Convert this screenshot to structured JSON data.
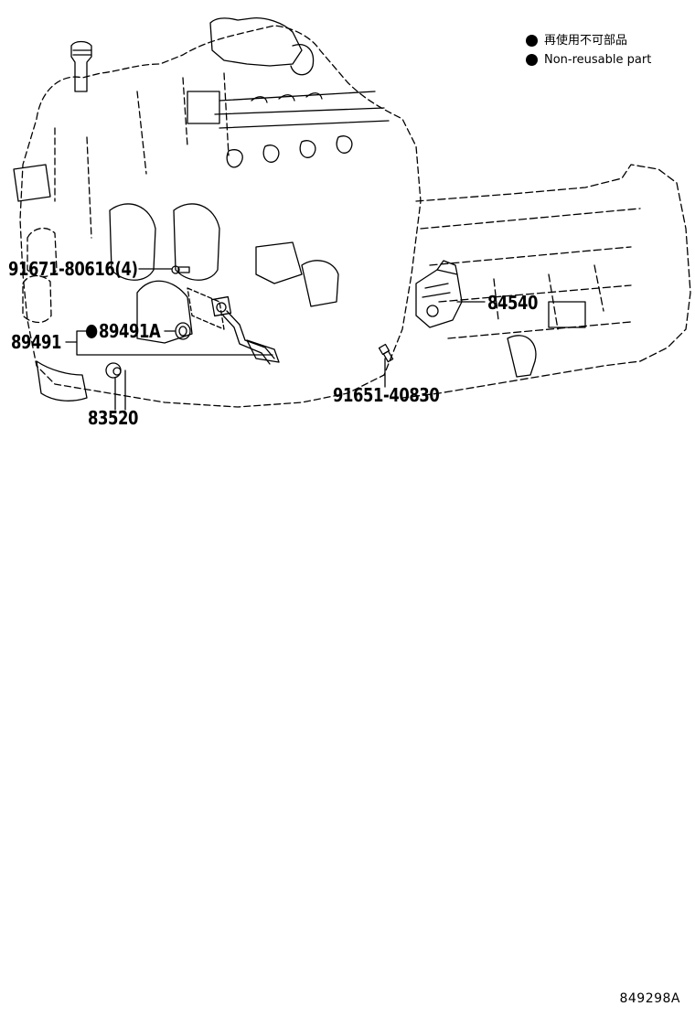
{
  "legend": {
    "items": [
      {
        "icon": "filled-circle",
        "label": "再使用不可部品"
      },
      {
        "icon": "filled-circle",
        "label": "Non-reusable part"
      }
    ]
  },
  "callouts": {
    "bolt_upper": "91671-80616(4)",
    "seal_group": "89491",
    "seal_part": "89491A",
    "seal_part_nonreusable": true,
    "sensor_lower": "83520",
    "bolt_lower": "91651-40830",
    "switch_transmission": "84540"
  },
  "diagram_id": "849298A",
  "colors": {
    "line": "#000000",
    "background": "#ffffff"
  }
}
